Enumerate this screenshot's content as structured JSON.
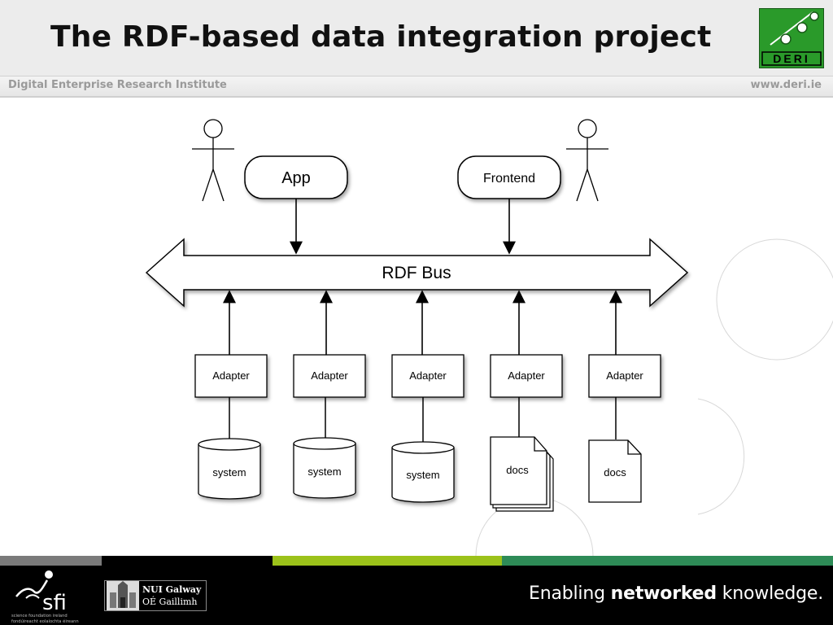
{
  "slide": {
    "title": "The RDF-based data integration project",
    "institute": "Digital Enterprise Research Institute",
    "website": "www.deri.ie",
    "logo_text": "DERI"
  },
  "diagram": {
    "top_nodes": [
      "App",
      "Frontend"
    ],
    "bus_label": "RDF Bus",
    "adapters": [
      "Adapter",
      "Adapter",
      "Adapter",
      "Adapter",
      "Adapter"
    ],
    "sources": [
      {
        "label": "system",
        "kind": "database"
      },
      {
        "label": "system",
        "kind": "database"
      },
      {
        "label": "system",
        "kind": "database"
      },
      {
        "label": "docs",
        "kind": "document-stack"
      },
      {
        "label": "docs",
        "kind": "document"
      }
    ]
  },
  "footer": {
    "sfi_text": "sfi",
    "sfi_small_1": "science foundation ireland",
    "sfi_small_2": "fondúireacht eolaíochta éireann",
    "nui_name": "NUI Galway",
    "nui_irish": "OÉ Gaillimh",
    "tagline_prefix": "Enabling ",
    "tagline_bold": "networked",
    "tagline_suffix": " knowledge."
  },
  "colors": {
    "deri_green": "#2a9a2a",
    "bar_grey": "#7a7a7a",
    "bar_lime": "#9cc21a",
    "bar_green": "#2e8b57"
  }
}
